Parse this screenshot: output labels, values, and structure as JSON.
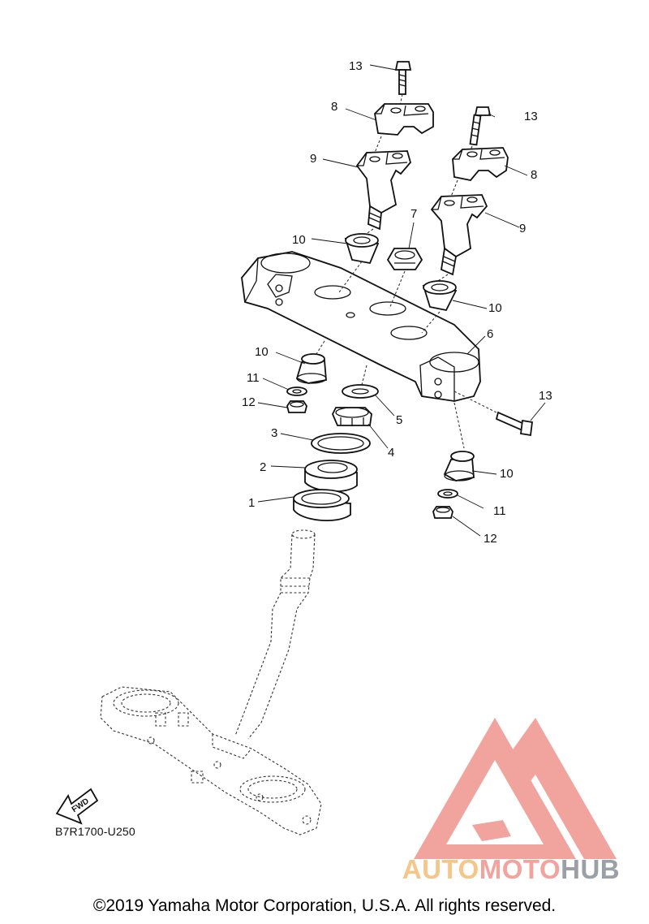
{
  "callouts": {
    "n1": "1",
    "n2": "2",
    "n3": "3",
    "n4": "4",
    "n5": "5",
    "n6": "6",
    "n7": "7",
    "n8a": "8",
    "n8b": "8",
    "n9a": "9",
    "n9b": "9",
    "n10a": "10",
    "n10b": "10",
    "n10c": "10",
    "n10d": "10",
    "n11a": "11",
    "n11b": "11",
    "n12a": "12",
    "n12b": "12",
    "n13a": "13",
    "n13b": "13",
    "n13c": "13"
  },
  "fwd_label": "FWD",
  "ref_code": "B7R1700-U250",
  "copyright": "©2019 Yamaha Motor Corporation, U.S.A. All rights reserved.",
  "watermark": {
    "part1": "AUTO",
    "part2": "MOTO",
    "part3": "HUB",
    "color_logo": "#f1a39e",
    "color_part1": "#f5c68a",
    "color_part3": "#9aa0a6"
  }
}
